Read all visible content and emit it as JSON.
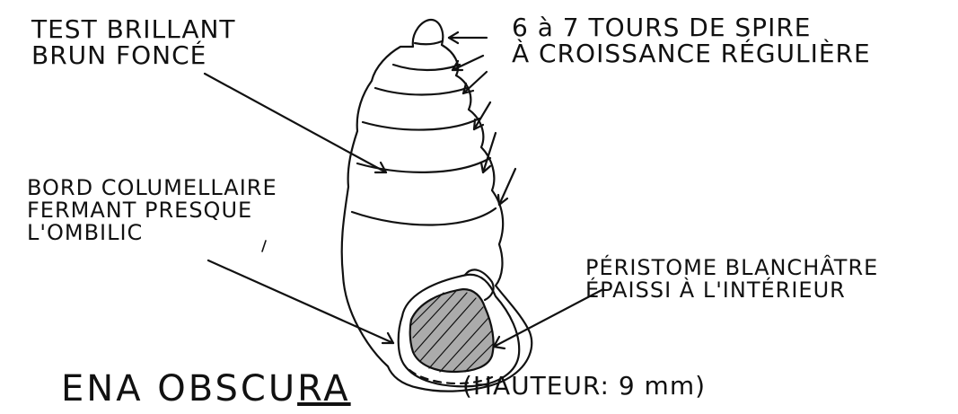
{
  "labels": {
    "test_line1": "TEST BRILLANT",
    "test_line2": "BRUN FONCÉ",
    "tours_line1": "6 à 7 TOURS DE SPIRE",
    "tours_line2": "À CROISSANCE RÉGULIÈRE",
    "bord_line1": "BORD COLUMELLAIRE",
    "bord_line2": "FERMANT PRESQUE",
    "bord_line3": "L'OMBILIC",
    "peri_line1": "PÉRISTOME BLANCHÂTRE",
    "peri_line2": "ÉPAISSI À L'INTÉRIEUR",
    "title_main": "ENA OBSCU",
    "title_underlined": "RA",
    "height": "(HAUTEUR: 9 mm)"
  },
  "colors": {
    "ink": "#111111",
    "background": "#ffffff"
  }
}
